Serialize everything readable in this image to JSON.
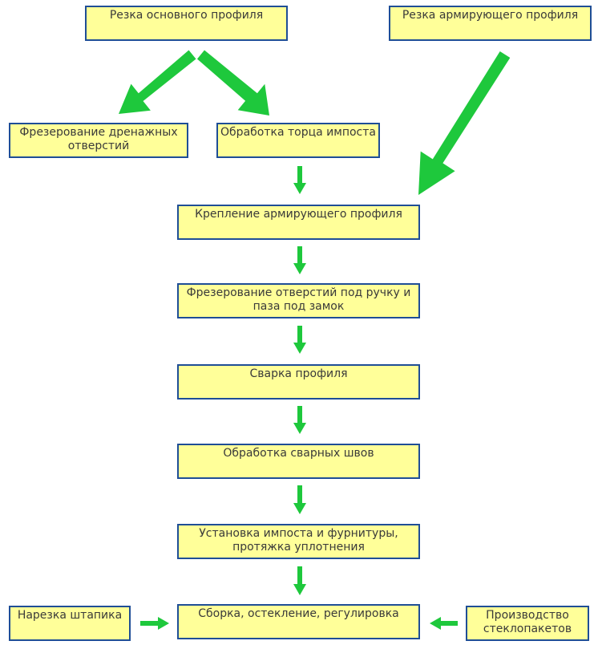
{
  "boxes": {
    "cut_main": "Резка основного профиля",
    "cut_reinforce": "Резка армирующего профиля",
    "mill_drain": "Фрезерование дренажных\nотверстий",
    "impost_end": "Обработка торца импоста",
    "attach_reinforce": "Крепление армирующего профиля",
    "mill_handle": "Фрезерование отверстий под ручку и\nпаза под замок",
    "weld": "Сварка профиля",
    "weld_seams": "Обработка сварных швов",
    "install": "Установка импоста и фурнитуры,\nпротяжка уплотнения",
    "assembly": "Сборка, остекление, регулировка",
    "bead_cut": "Нарезка штапика",
    "glass_units": "Производство\nстеклопакетов"
  },
  "colors": {
    "box_fill": "#ffff99",
    "box_border": "#1f4e96",
    "arrow": "#1ec83c"
  }
}
